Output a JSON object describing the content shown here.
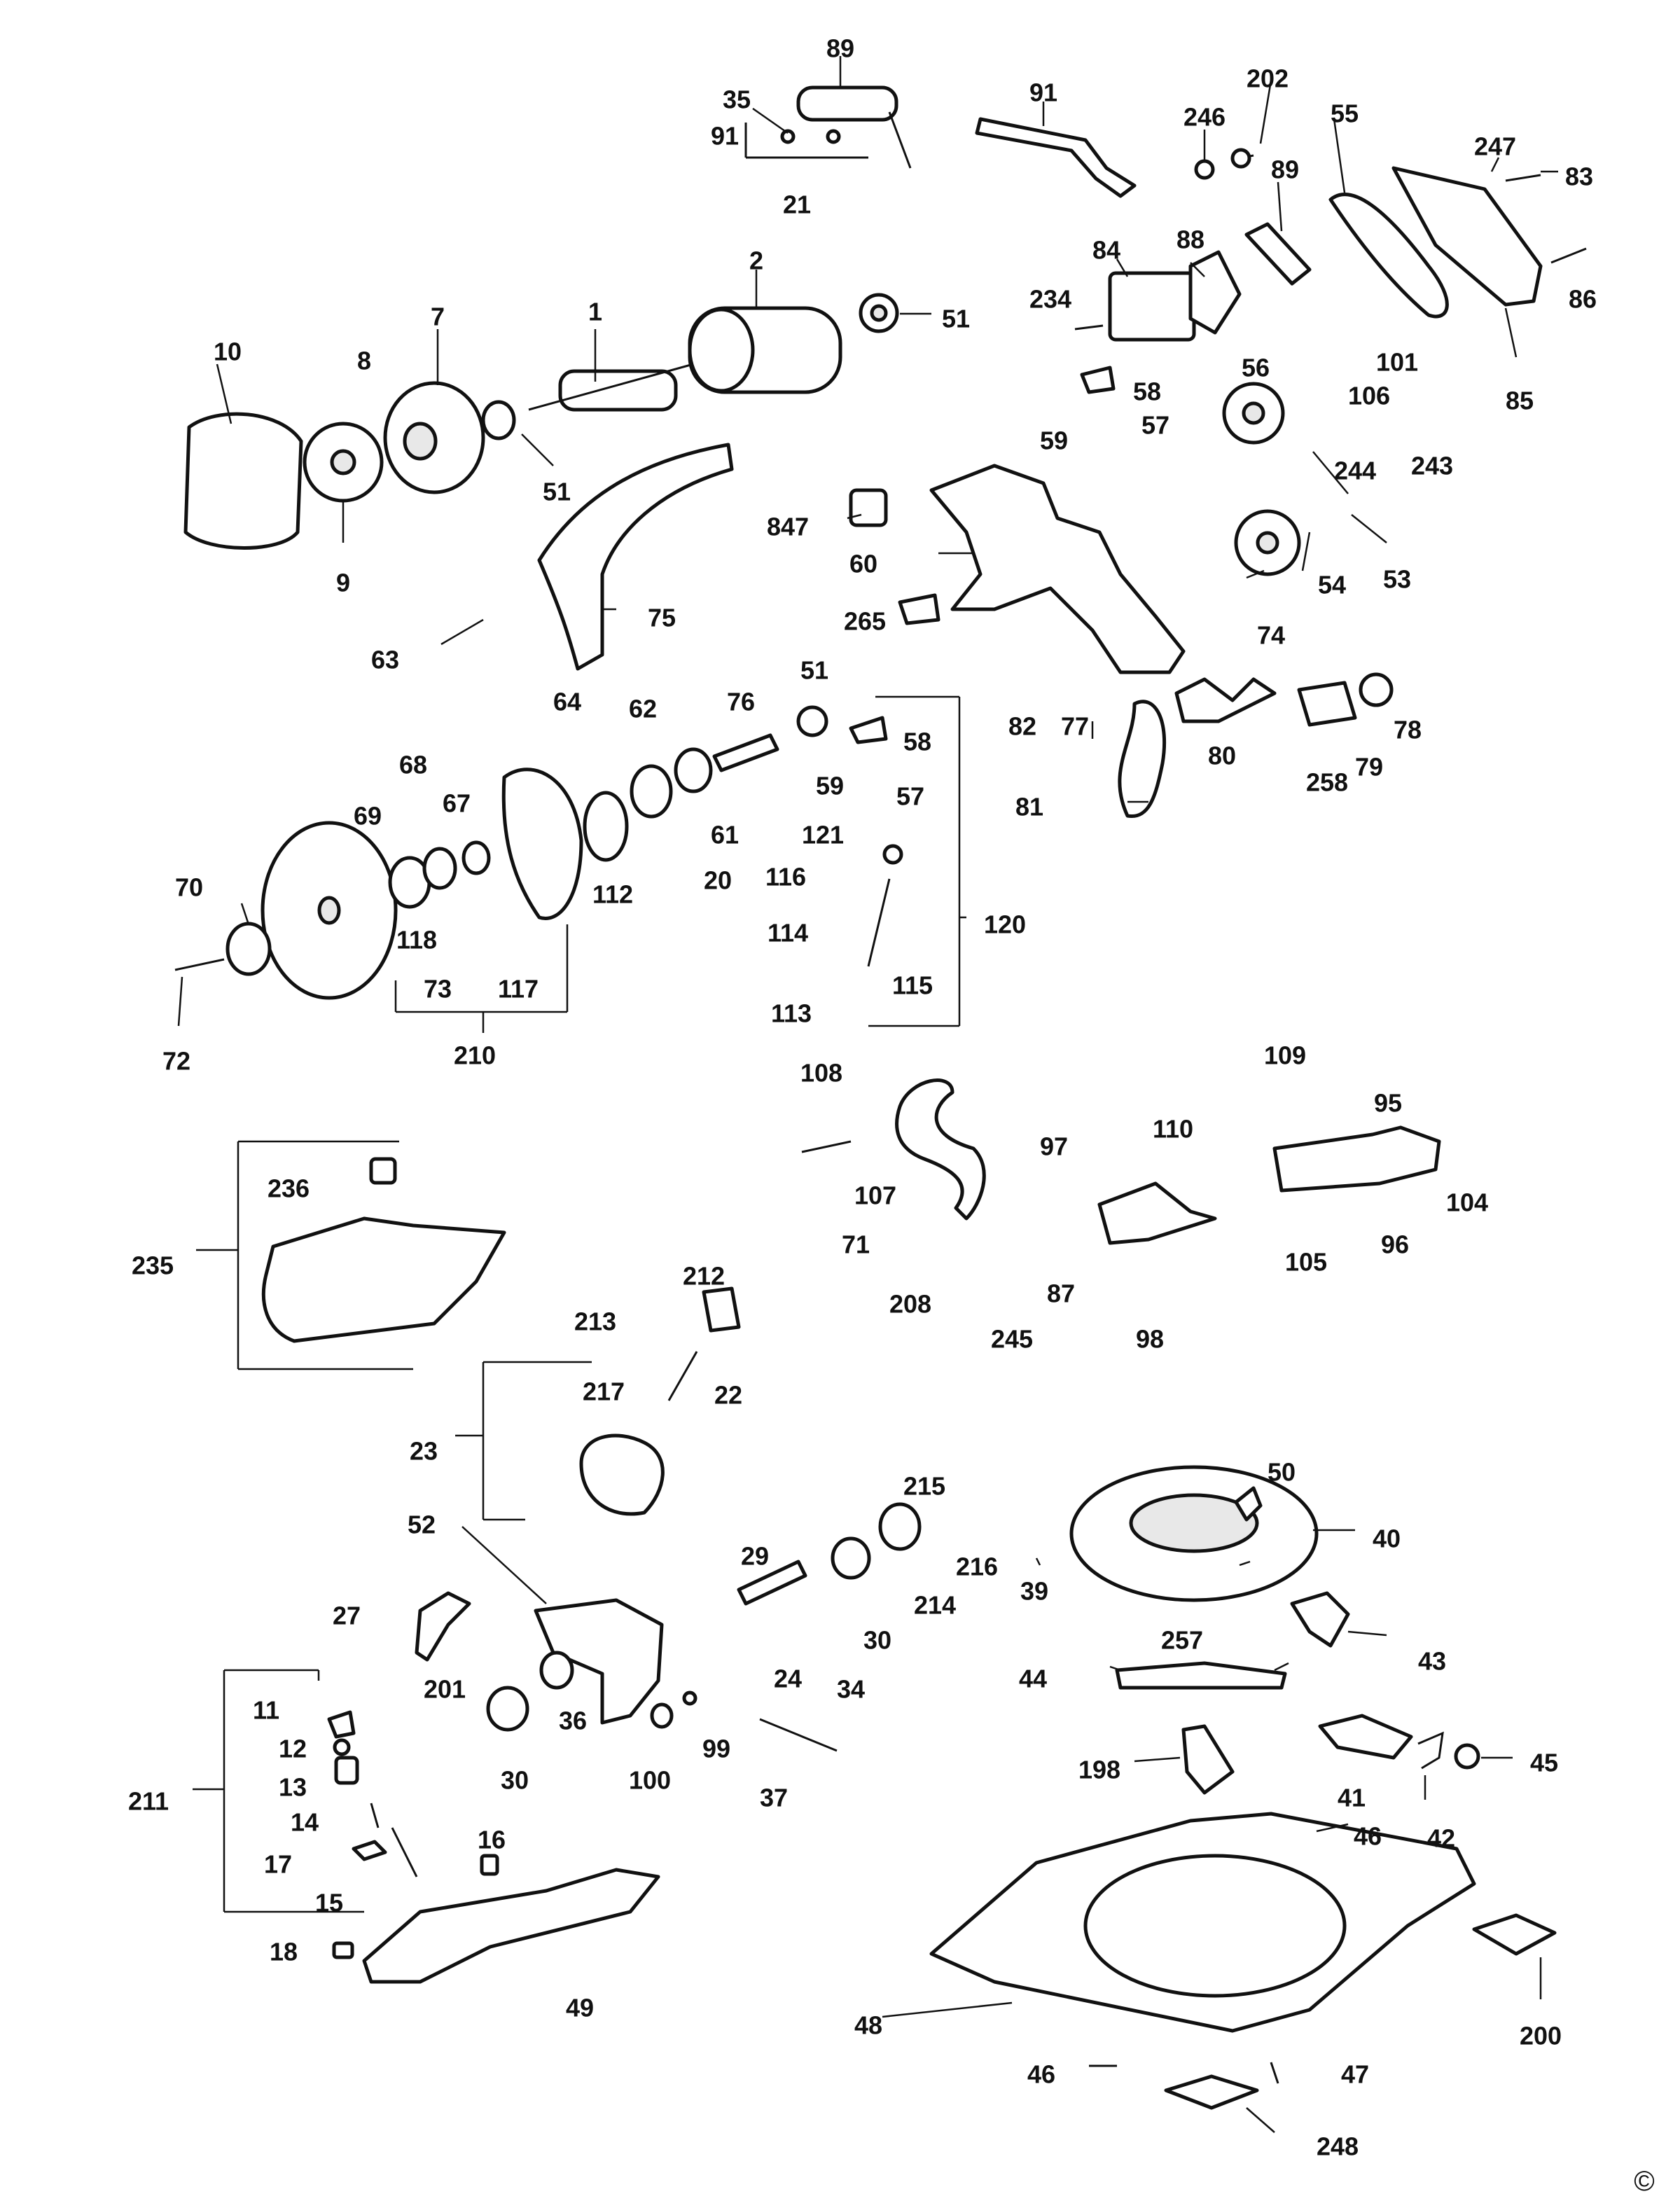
{
  "parts": [
    {
      "id": "89a",
      "label": "89"
    },
    {
      "id": "35",
      "label": "35"
    },
    {
      "id": "21",
      "label": "21"
    },
    {
      "id": "sm",
      "label": "91"
    },
    {
      "id": "91",
      "label": "91"
    },
    {
      "id": "246",
      "label": "246"
    },
    {
      "id": "202",
      "label": "202"
    },
    {
      "id": "55",
      "label": "55"
    },
    {
      "id": "247",
      "label": "247"
    },
    {
      "id": "83",
      "label": "83"
    },
    {
      "id": "89b",
      "label": "89"
    },
    {
      "id": "88",
      "label": "88"
    },
    {
      "id": "84",
      "label": "84"
    },
    {
      "id": "234",
      "label": "234"
    },
    {
      "id": "86",
      "label": "86"
    },
    {
      "id": "85",
      "label": "85"
    },
    {
      "id": "101",
      "label": "101"
    },
    {
      "id": "106",
      "label": "106"
    },
    {
      "id": "2",
      "label": "2"
    },
    {
      "id": "51a",
      "label": "51"
    },
    {
      "id": "1",
      "label": "1"
    },
    {
      "id": "7",
      "label": "7"
    },
    {
      "id": "8",
      "label": "8"
    },
    {
      "id": "10",
      "label": "10"
    },
    {
      "id": "9",
      "label": "9"
    },
    {
      "id": "51b",
      "label": "51"
    },
    {
      "id": "58a",
      "label": "58"
    },
    {
      "id": "57a",
      "label": "57"
    },
    {
      "id": "59a",
      "label": "59"
    },
    {
      "id": "56",
      "label": "56"
    },
    {
      "id": "244",
      "label": "244"
    },
    {
      "id": "243",
      "label": "243"
    },
    {
      "id": "847",
      "label": "847"
    },
    {
      "id": "60",
      "label": "60"
    },
    {
      "id": "74",
      "label": "74"
    },
    {
      "id": "54",
      "label": "54"
    },
    {
      "id": "53",
      "label": "53"
    },
    {
      "id": "75",
      "label": "75"
    },
    {
      "id": "63",
      "label": "63"
    },
    {
      "id": "265",
      "label": "265"
    },
    {
      "id": "82",
      "label": "82"
    },
    {
      "id": "77",
      "label": "77"
    },
    {
      "id": "80",
      "label": "80"
    },
    {
      "id": "258",
      "label": "258"
    },
    {
      "id": "79",
      "label": "79"
    },
    {
      "id": "78",
      "label": "78"
    },
    {
      "id": "81",
      "label": "81"
    },
    {
      "id": "64",
      "label": "64"
    },
    {
      "id": "62",
      "label": "62"
    },
    {
      "id": "76",
      "label": "76"
    },
    {
      "id": "51c",
      "label": "51"
    },
    {
      "id": "58b",
      "label": "58"
    },
    {
      "id": "59b",
      "label": "59"
    },
    {
      "id": "57b",
      "label": "57"
    },
    {
      "id": "68",
      "label": "68"
    },
    {
      "id": "67",
      "label": "67"
    },
    {
      "id": "69",
      "label": "69"
    },
    {
      "id": "61",
      "label": "61"
    },
    {
      "id": "121",
      "label": "121"
    },
    {
      "id": "20",
      "label": "20"
    },
    {
      "id": "116",
      "label": "116"
    },
    {
      "id": "112",
      "label": "112"
    },
    {
      "id": "70",
      "label": "70"
    },
    {
      "id": "118",
      "label": "118"
    },
    {
      "id": "114",
      "label": "114"
    },
    {
      "id": "120",
      "label": "120"
    },
    {
      "id": "73",
      "label": "73"
    },
    {
      "id": "117",
      "label": "117"
    },
    {
      "id": "115",
      "label": "115"
    },
    {
      "id": "113",
      "label": "113"
    },
    {
      "id": "72",
      "label": "72"
    },
    {
      "id": "210",
      "label": "210"
    },
    {
      "id": "108",
      "label": "108"
    },
    {
      "id": "109",
      "label": "109"
    },
    {
      "id": "95",
      "label": "95"
    },
    {
      "id": "97",
      "label": "97"
    },
    {
      "id": "110",
      "label": "110"
    },
    {
      "id": "104",
      "label": "104"
    },
    {
      "id": "236",
      "label": "236"
    },
    {
      "id": "107",
      "label": "107"
    },
    {
      "id": "96",
      "label": "96"
    },
    {
      "id": "71",
      "label": "71"
    },
    {
      "id": "105",
      "label": "105"
    },
    {
      "id": "235",
      "label": "235"
    },
    {
      "id": "212",
      "label": "212"
    },
    {
      "id": "87",
      "label": "87"
    },
    {
      "id": "208",
      "label": "208"
    },
    {
      "id": "245",
      "label": "245"
    },
    {
      "id": "98",
      "label": "98"
    },
    {
      "id": "213",
      "label": "213"
    },
    {
      "id": "217",
      "label": "217"
    },
    {
      "id": "22",
      "label": "22"
    },
    {
      "id": "23",
      "label": "23"
    },
    {
      "id": "50",
      "label": "50"
    },
    {
      "id": "215",
      "label": "215"
    },
    {
      "id": "52",
      "label": "52"
    },
    {
      "id": "40",
      "label": "40"
    },
    {
      "id": "216",
      "label": "216"
    },
    {
      "id": "29",
      "label": "29"
    },
    {
      "id": "39",
      "label": "39"
    },
    {
      "id": "214",
      "label": "214"
    },
    {
      "id": "27",
      "label": "27"
    },
    {
      "id": "30a",
      "label": "30"
    },
    {
      "id": "257",
      "label": "257"
    },
    {
      "id": "43",
      "label": "43"
    },
    {
      "id": "34",
      "label": "34"
    },
    {
      "id": "44",
      "label": "44"
    },
    {
      "id": "24",
      "label": "24"
    },
    {
      "id": "201",
      "label": "201"
    },
    {
      "id": "11",
      "label": "11"
    },
    {
      "id": "36",
      "label": "36"
    },
    {
      "id": "99",
      "label": "99"
    },
    {
      "id": "12",
      "label": "12"
    },
    {
      "id": "198",
      "label": "198"
    },
    {
      "id": "45",
      "label": "45"
    },
    {
      "id": "30b",
      "label": "30"
    },
    {
      "id": "100",
      "label": "100"
    },
    {
      "id": "37",
      "label": "37"
    },
    {
      "id": "13",
      "label": "13"
    },
    {
      "id": "41",
      "label": "41"
    },
    {
      "id": "211",
      "label": "211"
    },
    {
      "id": "14",
      "label": "14"
    },
    {
      "id": "42",
      "label": "42"
    },
    {
      "id": "46a",
      "label": "46"
    },
    {
      "id": "16",
      "label": "16"
    },
    {
      "id": "17",
      "label": "17"
    },
    {
      "id": "15",
      "label": "15"
    },
    {
      "id": "18",
      "label": "18"
    },
    {
      "id": "49",
      "label": "49"
    },
    {
      "id": "48",
      "label": "48"
    },
    {
      "id": "200",
      "label": "200"
    },
    {
      "id": "46b",
      "label": "46"
    },
    {
      "id": "47",
      "label": "47"
    },
    {
      "id": "248",
      "label": "248"
    }
  ],
  "copyright_symbol": "©"
}
